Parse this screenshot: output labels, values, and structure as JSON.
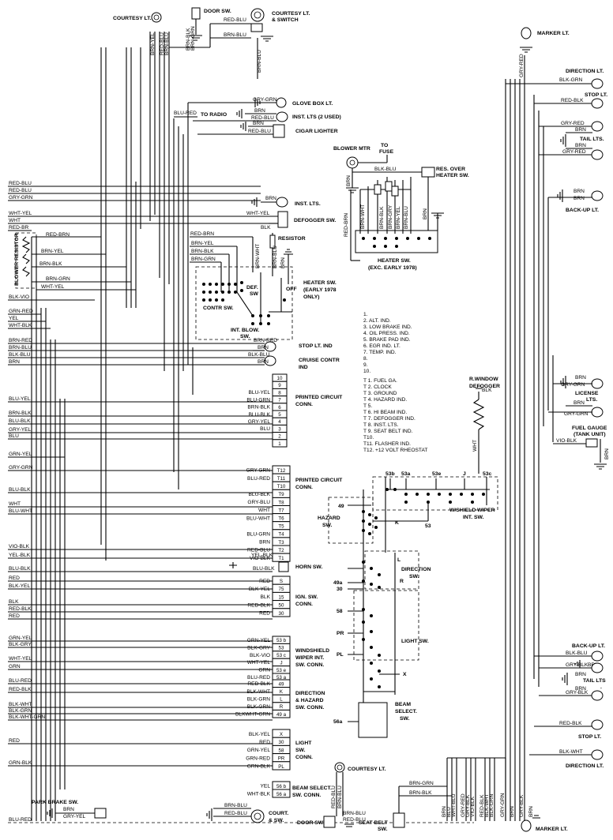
{
  "components": {
    "door_sw": "DOOR SW.",
    "courtesy_lt": "COURTESY LT.",
    "courtesy_lt_switch": [
      "COURTESY LT.",
      "& SWITCH"
    ],
    "glove_box_lt": "GLOVE BOX LT.",
    "inst_lts_2": "INST. LTS (2 USED)",
    "cigar_lighter": "CIGAR LIGHTER",
    "to_radio": "TO RADIO",
    "inst_lts": "INST. LTS.",
    "defogger_sw": "DEFOGGER SW.",
    "resistor": "RESISTOR",
    "blower_resistor": "BLOWER RESISTOR",
    "heater_sw_early": [
      "HEATER SW.",
      "(EARLY 1978",
      "ONLY)"
    ],
    "off": "OFF",
    "def_sw": [
      "DEF.",
      "SW"
    ],
    "contr_sw": "CONTR SW.",
    "int_blow_sw": [
      "INT. BLOW.",
      "SW."
    ],
    "stop_lt_ind": "STOP LT. IND",
    "cruise_contr_ind": [
      "CRUISE CONTR",
      "IND"
    ],
    "blower_mtr": "BLOWER MTR",
    "to_fuse": [
      "TO",
      "FUSE"
    ],
    "res_over_heater_sw": [
      "RES. OVER",
      "HEATER SW."
    ],
    "heater_sw_exc": [
      "HEATER SW.",
      "(EXC. EARLY 1978)"
    ],
    "printed_circuit_conn": [
      "PRINTED CIRCUIT",
      "CONN."
    ],
    "horn_sw": "HORN SW.",
    "ign_sw_conn": [
      "IGN. SW.",
      "CONN."
    ],
    "windshield_wiper_int_sw_conn": [
      "WINDSHIELD",
      "WIPER INT.",
      "SW. CONN."
    ],
    "direction_hazard_sw_conn": [
      "DIRECTION",
      "& HAZARD",
      "SW. CONN."
    ],
    "light_sw_conn": [
      "LIGHT",
      "SW.",
      "CONN."
    ],
    "beam_select_sw_conn": [
      "BEAM SELECT.",
      "SW. CONN."
    ],
    "hazard_sw": [
      "HAZARD",
      "SW."
    ],
    "direction_sw": [
      "DIRECTION",
      "SW."
    ],
    "light_sw": "LIGHT SW.",
    "beam_select_sw": [
      "BEAM",
      "SELECT.",
      "SW."
    ],
    "wshield_wiper_int_sw": [
      "W/SHIELD WIPER",
      "INT. SW."
    ],
    "r_window_defogger": [
      "R.WINDOW",
      "DEFOGGER"
    ],
    "marker_lt_top": "MARKER LT.",
    "direction_lt": "DIRECTION LT.",
    "stop_lt": "STOP LT.",
    "tail_lts": "TAIL LTS.",
    "back_up_lt": "BACK-UP LT.",
    "license_lts": [
      "LICENSE",
      "LTS."
    ],
    "fuel_gauge": [
      "FUEL GAUGE",
      "(TANK UNIT)"
    ],
    "back_up_lt_2": "BACK-UP LT.",
    "tail_lts_2": [
      "TAIL LTS",
      "."
    ],
    "stop_lt_2": "STOP LT.",
    "direction_lt_2": "DIRECTION LT.",
    "marker_lt_bottom": "MARKER LT.",
    "park_brake_sw": "PARK BRAKE SW.",
    "court_sw": [
      "COURT.",
      "& SW."
    ],
    "door_sw_bottom": "DOOR SW.",
    "seat_belt_sw": [
      "SEAT BELT",
      "SW."
    ],
    "courtesy_lt_bottom": "COURTESY LT."
  },
  "legend": [
    "1.",
    "2.  ALT. IND.",
    "3.  LOW BRAKE IND.",
    "4.  OIL PRESS. IND.",
    "5.  BRAKE PAD IND.",
    "6.  EGR IND. LT.",
    "7.  TEMP. IND.",
    "8.",
    "9.",
    "10.",
    "T 1.  FUEL GA.",
    "T 2.  CLOCK",
    "T 3.  GROUND",
    "T 4.  HAZARD IND.",
    "T 5.",
    "T 6.  HI BEAM IND.",
    "T 7.  DEFOGGER IND.",
    "T 8.  INST. LTS.",
    "T 9.  SEAT BELT IND.",
    "T10.",
    "T11.  FLASHER IND.",
    "T12.  +12 VOLT RHEOSTAT"
  ],
  "left_wires": [
    "RED-BLU",
    "RED-BLU",
    "GRY-GRN",
    "WHT-YEL",
    "WHT",
    "RED-BR",
    "BLK-VIO",
    "GRN-RED",
    "YEL",
    "WHT-BLK",
    "BRN-RED",
    "BRN-BLU",
    "BLK-BLU",
    "BRN",
    "BLU-YEL",
    "BRN-BLK",
    "BLU-BLK",
    "GRY-YEL",
    "BLU",
    "GRN-YEL",
    "GRY-GRN",
    "BLU-BLK",
    "WHT",
    "BLU-WHT",
    "VIO-BLK",
    "YEL-BLK",
    "BLU-BLK",
    "RED",
    "BLK-YEL",
    "BLK",
    "RED-BLK",
    "RED",
    "GRN-YEL",
    "BLK-GRY",
    "WHT-YEL",
    "GRN",
    "BLU-RED",
    "RED-BLK",
    "BLK-WHT",
    "BLK-GRN",
    "BLK-WHT-GRN",
    "RED",
    "GRN-BLK",
    "BLU-RED"
  ],
  "blower_resistor_wires": [
    "RED-BRN",
    "BRN-YEL",
    "BRN-BLK",
    "BRN-GRN"
  ],
  "conn_printed_1": {
    "pins": [
      "10",
      "9",
      "8",
      "7",
      "6",
      "5",
      "4",
      "3",
      "2",
      "1"
    ],
    "wires": [
      "",
      "",
      "BLU-YEL",
      "BLU-GRN",
      "BRN-BLK",
      "BLU-BLK",
      "GRY-YEL",
      "BLU",
      "",
      ""
    ]
  },
  "conn_printed_2": {
    "pins": [
      "T12",
      "T11",
      "T10",
      "T9",
      "T8",
      "T7",
      "T6",
      "T5",
      "T4",
      "T3",
      "T2",
      "T1"
    ],
    "wires": [
      "GRY-GRN",
      "BLU-RED",
      "",
      "BLU-BLK",
      "GRY-BLU",
      "WHT",
      "BLU-WHT",
      "",
      "BLU-GRN",
      "BRN",
      "RED-BLU",
      "VIO-BLK"
    ]
  },
  "horn_wires": [
    "YEL-BLK",
    "BLU-BLK"
  ],
  "conn_ign": {
    "pins": [
      "S",
      "75",
      "15",
      "50",
      "30"
    ],
    "wires": [
      "RED",
      "BLK-YEL",
      "BLK",
      "RED-BLK",
      "RED"
    ]
  },
  "conn_wiper": {
    "pins": [
      "53 b",
      "53",
      "53 c",
      "J",
      "53 e",
      "53 a"
    ],
    "wires": [
      "GRN-YEL",
      "BLK-GRY",
      "BLK-VIO",
      "WHT-YEL",
      "GRN",
      "BLU-RED"
    ]
  },
  "conn_direction": {
    "pins": [
      "49",
      "K",
      "L",
      "R",
      "49 a"
    ],
    "wires": [
      "RED-BLK",
      "BLK-WHT",
      "BLK-GRN",
      "BLK-GRN",
      "BLKWHT-GRN"
    ]
  },
  "conn_light": {
    "pins": [
      "X",
      "30",
      "58",
      "PR",
      "PL"
    ],
    "wires": [
      "BLK-YEL",
      "RED",
      "GRN-YEL",
      "GRN-RED",
      "GRN-BLK"
    ]
  },
  "conn_beam": {
    "pins": [
      "56 b",
      "56 a"
    ],
    "wires": [
      "YEL",
      "WHT-BLK"
    ]
  },
  "switch_terms": {
    "wiper": [
      "53b",
      "53a",
      "53e",
      "J",
      "53c",
      "53"
    ],
    "hazard": [
      "49",
      "K"
    ],
    "direction": [
      "L",
      "49a",
      "R",
      "30"
    ],
    "light": [
      "58",
      "PR",
      "PL",
      "X"
    ],
    "beam": [
      "56a"
    ]
  },
  "top_wires": {
    "door": [
      "RED-BLU",
      "BRN-BLU"
    ],
    "vertical_left": [
      "BRN-YEL",
      "RED-BLU",
      "BRN-BLU",
      "BRN-BLK",
      "BRN-GRN"
    ],
    "glove": "GRY-GRN",
    "inst_lts_2": [
      "BRN",
      "RED-BLU"
    ],
    "radio": "BLU-RED",
    "cigar": [
      "BRN",
      "RED-BLU"
    ],
    "inst_lts": "BRN",
    "defogger": [
      "WHT-YEL",
      "BLK"
    ],
    "heater_early": [
      "RED-BRN",
      "BRN-YEL",
      "BRN-BLK",
      "BRN-GRN",
      "BRN-WHT",
      "BRN-BLU",
      "BRN"
    ],
    "stop_ind": [
      "BRN-RED",
      "BRN"
    ],
    "cruise": [
      "BLK-BLU",
      "BRN"
    ],
    "blower_mtr": [
      "BLK-BLU",
      "BRN"
    ],
    "heater_exc": [
      "RED-BRN",
      "BRN-WHT",
      "BRN-BLK",
      "BRN-GRY",
      "BRN-YEL",
      "BRN-BLU",
      "BRN"
    ]
  },
  "right_wires": {
    "marker": "GRY-RED",
    "direction": "BLK-GRN",
    "stop": "RED-BLK",
    "tail": [
      "GRY-RED",
      "BRN",
      "BRN",
      "GRY-RED"
    ],
    "back_up": [
      "BRN",
      "BRN"
    ],
    "defogger": [
      "BLK",
      "WHT"
    ],
    "license": [
      "BRN",
      "GRY-GRN",
      "BRN",
      "GRY-GRN"
    ],
    "fuel": [
      "VIO-BLK",
      "BRN"
    ],
    "back_up_2": [
      "BLK-BLU",
      "BRN"
    ],
    "tail_2": [
      "GRY-BLK",
      "BRN",
      "BRN",
      "GRY-BLK"
    ],
    "stop_2": "RED-BLK",
    "direction_2": "BLK-WHT",
    "bottom_vertical": [
      "BRN",
      "BLU",
      "WHT-BLU",
      "GRY-RED",
      "GRY-BLK",
      "VIO-BLK",
      "RED-BLK",
      "BLK-WHT",
      "BLK-GRN",
      "GRY-GRN",
      "BRN",
      "GRY-BLK",
      "BRN"
    ]
  },
  "bottom_wires": {
    "park_brake": [
      "BRN",
      "GRY-YEL"
    ],
    "court": [
      "BRN-BLU",
      "RED-BLU"
    ],
    "courtesy_bottom": [
      "RED-BLU",
      "BRN-BLU"
    ],
    "door_bottom": [
      "BRN-BLU",
      "RED-BLU"
    ],
    "seat_belt": [
      "BRN-GRN",
      "BRN-BLK"
    ]
  }
}
